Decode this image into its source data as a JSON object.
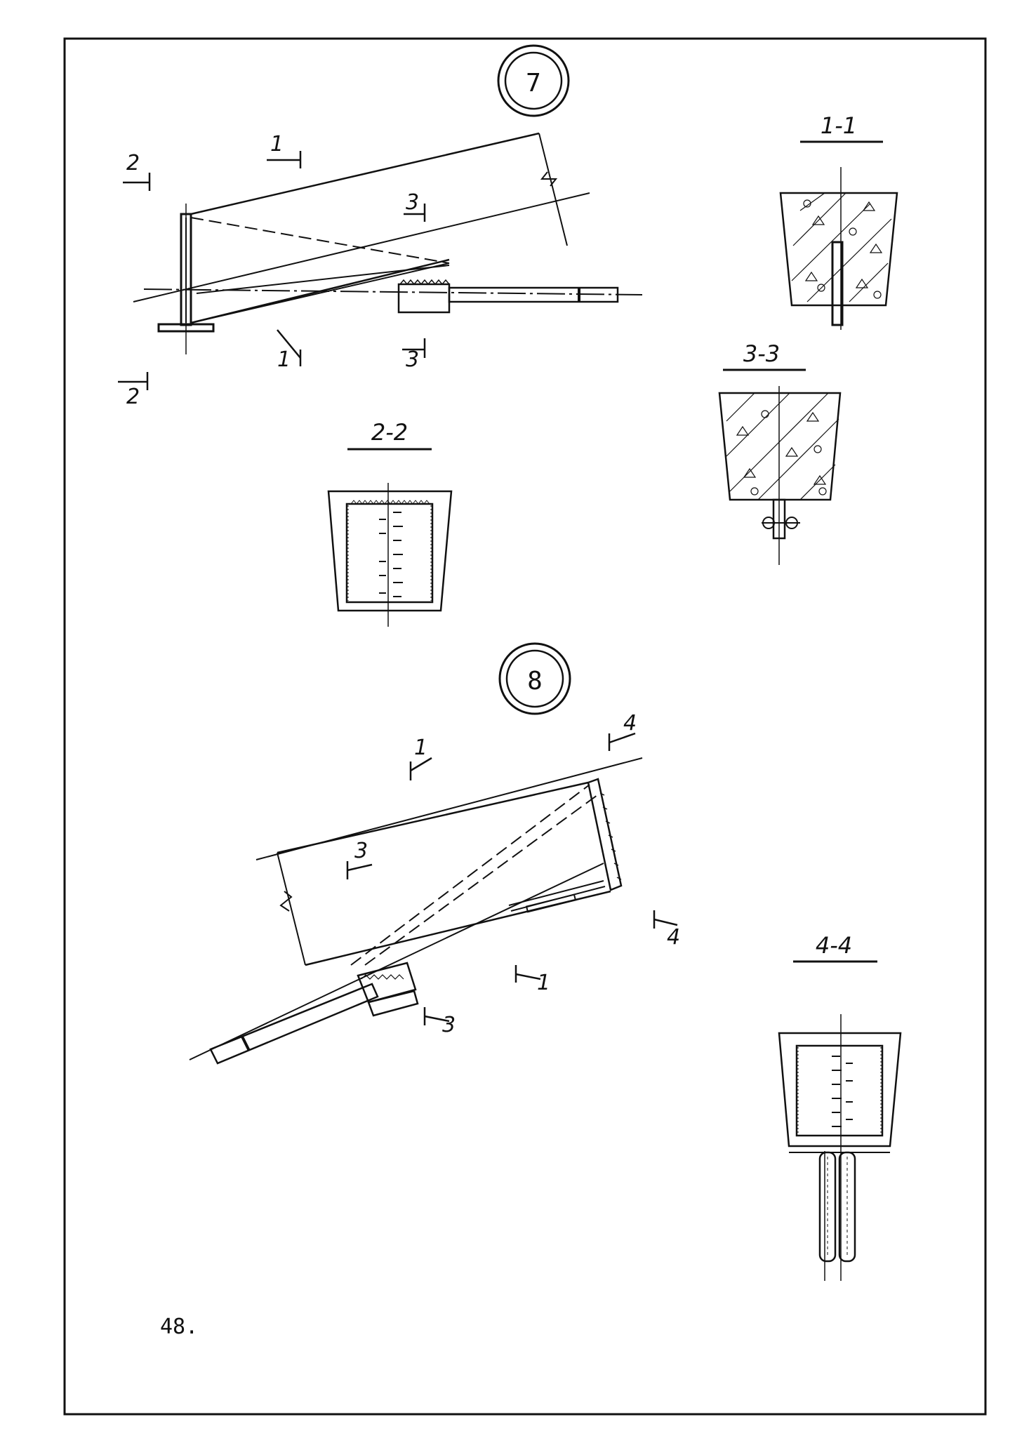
{
  "page_number": "48.",
  "details": [
    {
      "id": "7",
      "label": "7"
    },
    {
      "id": "8",
      "label": "8"
    }
  ],
  "section_titles": {
    "s11": "1-1",
    "s22": "2-2",
    "s33": "3-3",
    "s44": "4-4"
  },
  "cut_marks": {
    "d7": {
      "m1a": "1",
      "m1b": "1",
      "m2a": "2",
      "m2b": "2",
      "m3a": "3",
      "m3b": "3"
    },
    "d8": {
      "m1a": "1",
      "m1b": "1",
      "m3a": "3",
      "m3b": "3",
      "m4a": "4",
      "m4b": "4"
    }
  },
  "colors": {
    "ink": "#111111",
    "paper": "#ffffff"
  }
}
